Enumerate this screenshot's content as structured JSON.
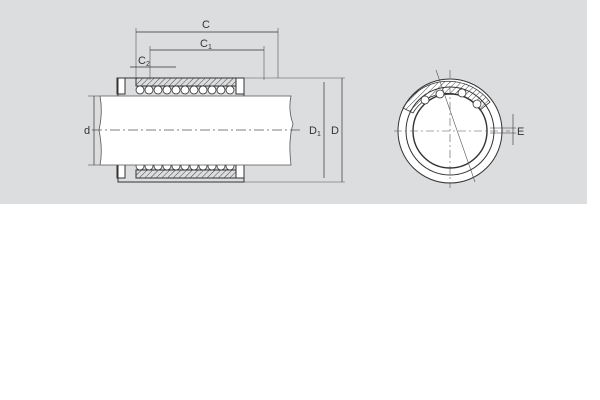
{
  "diagram": {
    "type": "technical-drawing",
    "subject": "linear ball bearing",
    "views": [
      {
        "name": "side-section-view"
      },
      {
        "name": "end-view"
      }
    ],
    "dimensions": {
      "C": "C",
      "C1": {
        "base": "C",
        "sub": "1"
      },
      "C2": {
        "base": "C",
        "sub": "2"
      },
      "d": "d",
      "D1": {
        "base": "D",
        "sub": "1"
      },
      "D": "D",
      "E": "E"
    },
    "colors": {
      "background": "#dcdddf",
      "line": "#333333",
      "shaft": "#ffffff"
    }
  }
}
